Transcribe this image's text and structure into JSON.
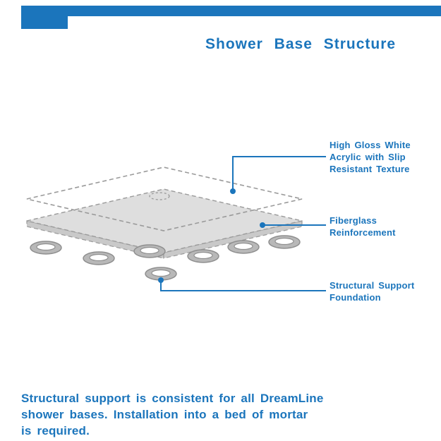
{
  "colors": {
    "brand_blue": "#1B75BC",
    "layer_gray": "#dedede",
    "outline_gray": "#9a9a9a"
  },
  "header": {
    "title": "Shower Base Structure"
  },
  "callouts": {
    "acrylic": "High Gloss White\nAcrylic with Slip\nResistant Texture",
    "fiberglass": "Fiberglass\nReinforcement",
    "foundation": "Structural Support\nFoundation"
  },
  "footer": {
    "text": "Structural support is consistent for all DreamLine\nshower bases. Installation into a bed of mortar\nis required."
  }
}
